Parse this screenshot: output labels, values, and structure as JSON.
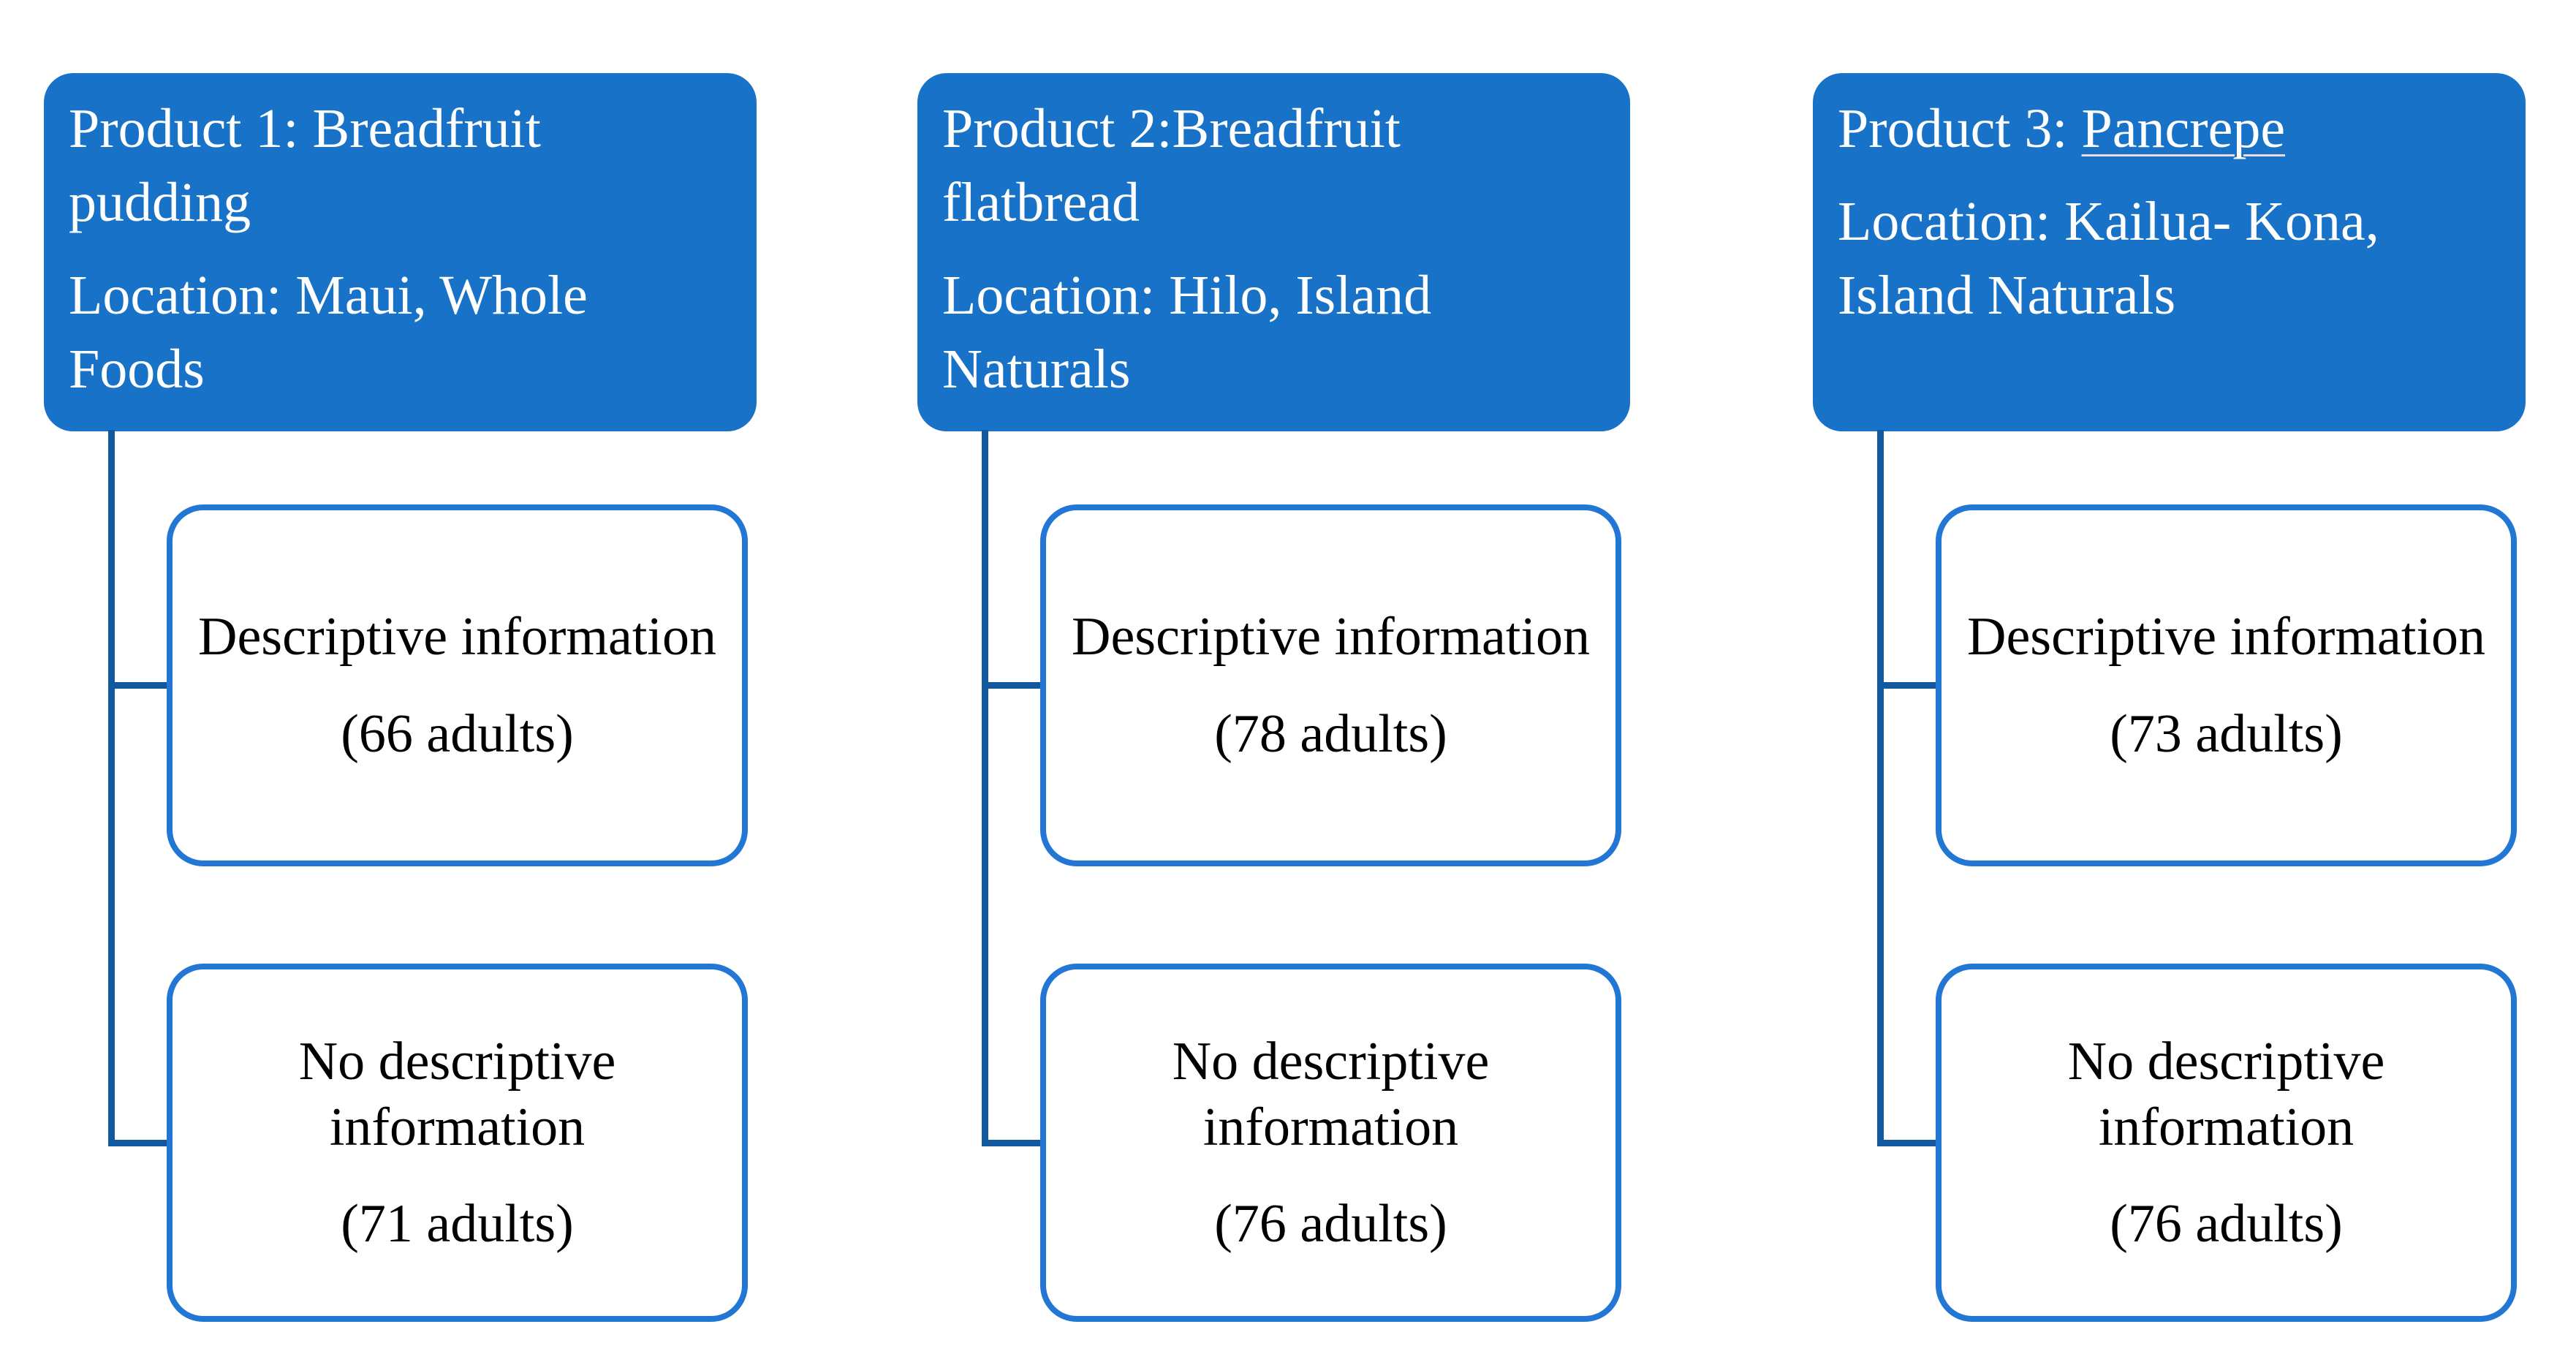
{
  "colors": {
    "background": "#ffffff",
    "header_fill": "#1772c8",
    "header_text": "#ffffff",
    "child_border": "#2377d4",
    "child_text": "#000000",
    "connector": "#11589e"
  },
  "columns": [
    {
      "header": {
        "product_prefix": "Product 1: Breadfruit pudding",
        "product_underlined": "",
        "location": "Location: Maui, Whole Foods"
      },
      "children": [
        {
          "label": "Descriptive information",
          "count": "(66 adults)"
        },
        {
          "label": "No descriptive information",
          "count": "(71 adults)"
        }
      ]
    },
    {
      "header": {
        "product_prefix": "Product 2:Breadfruit flatbread",
        "product_underlined": "",
        "location": "Location: Hilo, Island Naturals"
      },
      "children": [
        {
          "label": "Descriptive information",
          "count": "(78 adults)"
        },
        {
          "label": "No descriptive information",
          "count": "(76 adults)"
        }
      ]
    },
    {
      "header": {
        "product_prefix": "Product 3: ",
        "product_underlined": "Pancrepe",
        "location": "Location: Kailua- Kona, Island Naturals"
      },
      "children": [
        {
          "label": "Descriptive information",
          "count": "(73 adults)"
        },
        {
          "label": "No descriptive information",
          "count": "(76 adults)"
        }
      ]
    }
  ]
}
